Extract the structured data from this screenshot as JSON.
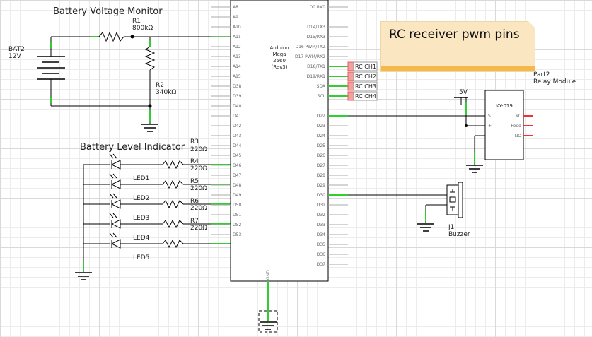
{
  "title_battery_monitor": "Battery Voltage Monitor",
  "title_level_indicator": "Battery Level Indicator",
  "note": "RC receiver pwm pins",
  "battery": {
    "ref": "BAT2",
    "value": "12V"
  },
  "r1": {
    "ref": "R1",
    "value": "800kΩ"
  },
  "r2": {
    "ref": "R2",
    "value": "340kΩ"
  },
  "r3": {
    "ref": "R3",
    "value": "220Ω"
  },
  "r4": {
    "ref": "R4",
    "value": "220Ω"
  },
  "r5": {
    "ref": "R5",
    "value": "220Ω"
  },
  "r6": {
    "ref": "R6",
    "value": "220Ω"
  },
  "r7": {
    "ref": "R7",
    "value": "220Ω"
  },
  "leds": [
    "LED1",
    "LED2",
    "LED3",
    "LED4",
    "LED5"
  ],
  "arduino": {
    "name": "Arduino",
    "model": "Mega",
    "number": "2560",
    "rev": "(Rev3)"
  },
  "left_pins": [
    "A8",
    "A9",
    "A10",
    "A11",
    "A12",
    "A13",
    "A14",
    "A15",
    "D38",
    "D39",
    "D40",
    "D41",
    "D42",
    "D43",
    "D44",
    "D45",
    "D46",
    "D47",
    "D48",
    "D49",
    "D50",
    "D51",
    "D52",
    "D53"
  ],
  "right_pins": [
    "D0 RX0",
    "D14/TX3",
    "D15/RX3",
    "D16 PWM/TX2",
    "D17 PWM/RX2",
    "D18/TX1",
    "D19/RX1",
    "SDA",
    "SCL",
    "D22",
    "D23",
    "D24",
    "D25",
    "D26",
    "D27",
    "D28",
    "D29",
    "D30",
    "D31",
    "D32",
    "D33",
    "D34",
    "D35",
    "D36",
    "D37"
  ],
  "gnd_label": "GND",
  "rc_channels": [
    "RC CH1",
    "RC CH2",
    "RC CH3",
    "RC CH4"
  ],
  "relay": {
    "part": "Part2",
    "name": "Relay Module",
    "chip": "KY-019",
    "vcc": "5V",
    "pins_left": [
      "S",
      "+",
      "-"
    ],
    "pins_right": [
      "NC",
      "Feed",
      "NO"
    ]
  },
  "buzzer": {
    "ref": "J1",
    "name": "Buzzer"
  }
}
